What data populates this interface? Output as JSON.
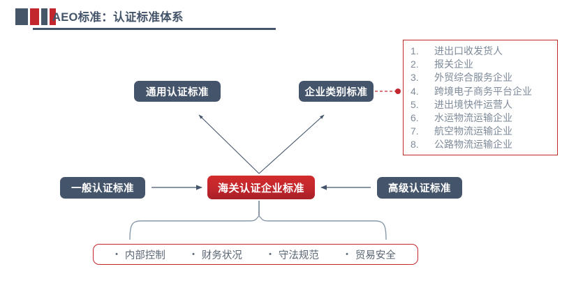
{
  "header": {
    "title": "AEO标准：认证标准体系",
    "accent_blue": "#44546a",
    "accent_red": "#c1272d",
    "marks": [
      "blue",
      "red",
      "blue",
      "red"
    ]
  },
  "nodes": {
    "general_standard": "通用认证标准",
    "category_standard": "企业类别标准",
    "basic_standard": "一般认证标准",
    "core_standard": "海关认证企业标准",
    "advanced_standard": "高级认证标准"
  },
  "category_list": {
    "items": [
      {
        "num": "1.",
        "text": "进出口收发货人"
      },
      {
        "num": "2.",
        "text": "报关企业"
      },
      {
        "num": "3.",
        "text": "外贸综合服务企业"
      },
      {
        "num": "4.",
        "text": "跨境电子商务平台企业"
      },
      {
        "num": "5.",
        "text": "进出境快件运营人"
      },
      {
        "num": "6.",
        "text": "水运物流运输企业"
      },
      {
        "num": "7.",
        "text": "航空物流运输企业"
      },
      {
        "num": "8.",
        "text": "公路物流运输企业"
      }
    ],
    "border_color": "#c1272d"
  },
  "criteria_box": {
    "bullet": "•",
    "items": [
      "内部控制",
      "财务状况",
      "守法规范",
      "贸易安全"
    ],
    "border_color": "#c1272d"
  }
}
